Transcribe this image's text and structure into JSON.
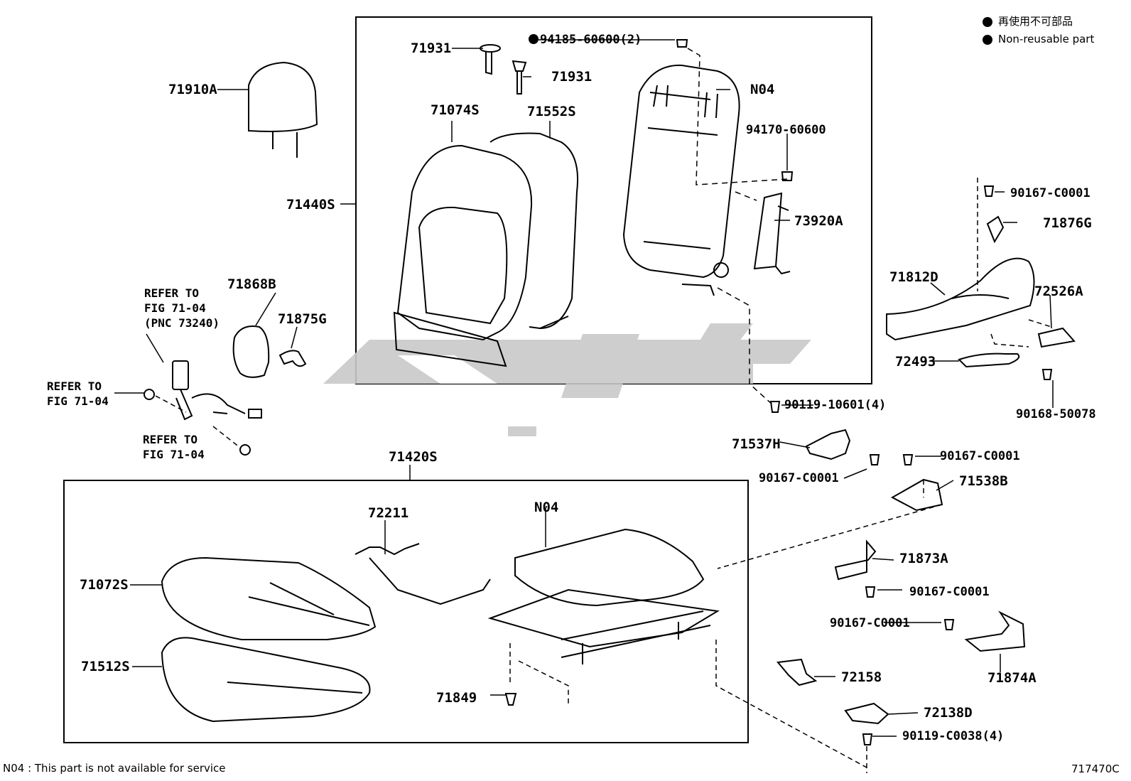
{
  "legend": {
    "items": [
      {
        "icon": "black-dot-icon",
        "text": "再使用不可部品"
      },
      {
        "icon": "black-dot-icon",
        "text": "Non-reusable part"
      }
    ]
  },
  "labels": {
    "p71910A": "71910A",
    "p71931a": "71931",
    "p71931b": "71931",
    "p94185": "94185-60600(2)",
    "p71074S": "71074S",
    "p71552S": "71552S",
    "pN04a": "N04",
    "p94170": "94170-60600",
    "p71440S": "71440S",
    "p73920A": "73920A",
    "p90167a": "90167-C0001",
    "p71876G": "71876G",
    "p71812D": "71812D",
    "p72526A": "72526A",
    "p72493": "72493",
    "p90168": "90168-50078",
    "p90119a": "90119-10601(4)",
    "p71868B": "71868B",
    "p71875G": "71875G",
    "p71537H": "71537H",
    "p90167b": "90167-C0001",
    "p90167c": "90167-C0001",
    "p71538B": "71538B",
    "p71420S": "71420S",
    "p72211": "72211",
    "pN04b": "N04",
    "p71873A": "71873A",
    "p90167d": "90167-C0001",
    "p90167e": "90167-C0001",
    "p71874A": "71874A",
    "p71072S": "71072S",
    "p71512S": "71512S",
    "p72158": "72158",
    "p72138D": "72138D",
    "p71849": "71849",
    "p90119b": "90119-C0038(4)"
  },
  "refs": {
    "ref1": [
      "REFER TO",
      "FIG 71-04",
      "(PNC 73240)"
    ],
    "ref2": [
      "REFER TO",
      "FIG 71-04"
    ],
    "ref3": [
      "REFER TO",
      "FIG 71-04"
    ]
  },
  "footnote": "N04 : This part is not available for service",
  "figure_id": "717470C"
}
